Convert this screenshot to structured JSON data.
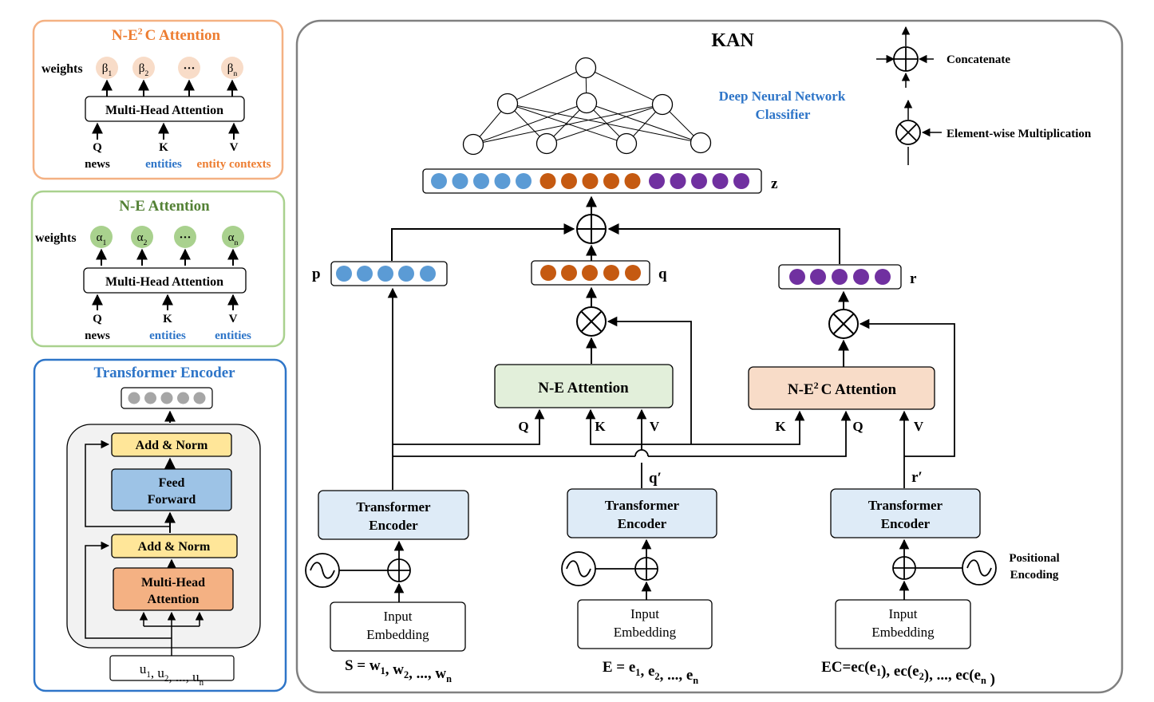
{
  "colors": {
    "orange": "#ED7D31",
    "blue": "#2E75C8",
    "green": "#70AD47",
    "darkgreen": "#538135",
    "purple": "#7030A0",
    "dotblue": "#5B9BD5",
    "dotorange": "#C55A11",
    "dotgray": "#A6A6A6",
    "peach": "#F8DCC8",
    "lightgreen": "#E2EFDA",
    "lightblue": "#DEEBF7",
    "yellow": "#FFE699",
    "ffblue": "#9DC3E6",
    "mhaorange": "#F4B183",
    "frame": "#808080"
  },
  "panel1": {
    "title_prefix": "N-E",
    "title_sup": "2",
    "title_suffix": "C Attention",
    "weights_label": "weights",
    "beta_weights": [
      {
        "base": "β",
        "sub": "1"
      },
      {
        "base": "β",
        "sub": "2"
      },
      {
        "base": "···",
        "sub": ""
      },
      {
        "base": "β",
        "sub": "n"
      }
    ],
    "mha_label": "Multi-Head Attention",
    "q_label": "Q",
    "k_label": "K",
    "v_label": "V",
    "q_source": "news",
    "k_source": "entities",
    "v_source": "entity contexts"
  },
  "panel2": {
    "title": "N-E Attention",
    "weights_label": "weights",
    "alpha_weights": [
      {
        "base": "α",
        "sub": "1"
      },
      {
        "base": "α",
        "sub": "2"
      },
      {
        "base": "···",
        "sub": ""
      },
      {
        "base": "α",
        "sub": "n"
      }
    ],
    "mha_label": "Multi-Head Attention",
    "q_label": "Q",
    "k_label": "K",
    "v_label": "V",
    "q_source": "news",
    "k_source": "entities",
    "v_source": "entities"
  },
  "panel3": {
    "title": "Transformer Encoder",
    "addnorm_top": "Add & Norm",
    "ff_line1": "Feed",
    "ff_line2": "Forward",
    "addnorm_bottom": "Add & Norm",
    "mha_line1": "Multi-Head",
    "mha_line2": "Attention",
    "input_tokens": [
      {
        "base": "u",
        "sub": "1"
      },
      {
        "base": ", u",
        "sub": "2"
      },
      {
        "base": ", ..., u",
        "sub": "n"
      }
    ]
  },
  "kan": {
    "title": "KAN",
    "dnn_line1": "Deep Neural Network",
    "dnn_line2": "Classifier",
    "legend_concat": "Concatenate",
    "legend_mult": "Element-wise Multiplication",
    "z_label": "z",
    "p_label": "p",
    "q_vec_label": "q",
    "r_label": "r",
    "ne_attention": "N-E Attention",
    "ne2c_prefix": "N-E",
    "ne2c_sup": "2",
    "ne2c_suffix": "C Attention",
    "ne_q": "Q",
    "ne_k": "K",
    "ne_v": "V",
    "ne2c_k": "K",
    "ne2c_q": "Q",
    "ne2c_v": "V",
    "q_prime": "q′",
    "r_prime": "r′",
    "encoder_line1": "Transformer",
    "encoder_line2": "Encoder",
    "input_line1": "Input",
    "input_line2": "Embedding",
    "positional_line1": "Positional",
    "positional_line2": "Encoding",
    "formula_s": [
      {
        "base": "S = w",
        "sub": "1"
      },
      {
        "base": ", w",
        "sub": "2"
      },
      {
        "base": ", ..., w",
        "sub": "n"
      }
    ],
    "formula_e": [
      {
        "base": "E = e",
        "sub": "1"
      },
      {
        "base": ", e",
        "sub": "2"
      },
      {
        "base": ", ..., e",
        "sub": "n"
      }
    ],
    "formula_ec": [
      {
        "base": "EC=ec(e",
        "sub": "1"
      },
      {
        "base": "), ec(e",
        "sub": "2"
      },
      {
        "base": "), ..., ec(e",
        "sub": "n"
      },
      {
        "base": " )",
        "sub": ""
      }
    ]
  }
}
